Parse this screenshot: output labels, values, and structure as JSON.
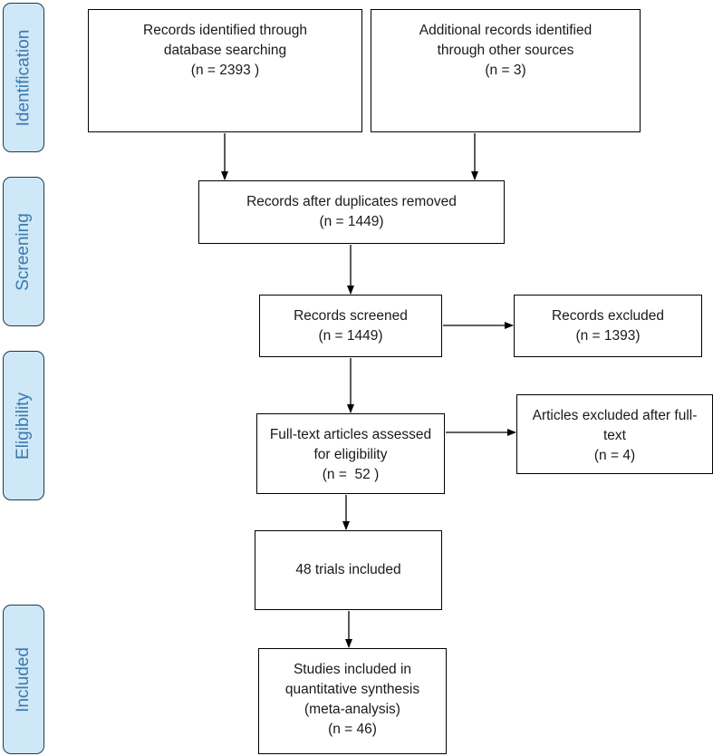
{
  "phases": {
    "identification": "Identification",
    "screening": "Screening",
    "eligibility": "Eligibility",
    "included": "Included"
  },
  "boxes": {
    "database_records": [
      "Records identified through",
      "database searching",
      "(n = 2393 )"
    ],
    "other_sources": [
      "Additional records identified",
      "through other sources",
      "(n = 3)"
    ],
    "duplicates_removed": [
      "Records after duplicates removed",
      "(n = 1449)"
    ],
    "screened": [
      "Records screened",
      "(n = 1449)"
    ],
    "excluded": [
      "Records excluded",
      "(n = 1393)"
    ],
    "fulltext_assessed": [
      "Full-text articles assessed",
      "for eligibility",
      "(n =  52 )"
    ],
    "fulltext_excluded": [
      "Articles excluded after full-",
      "text",
      "(n = 4)"
    ],
    "trials_included": [
      "48 trials included"
    ],
    "quantitative_synthesis": [
      "Studies included in",
      "quantitative synthesis",
      "(meta-analysis)",
      "(n = 46)"
    ]
  }
}
